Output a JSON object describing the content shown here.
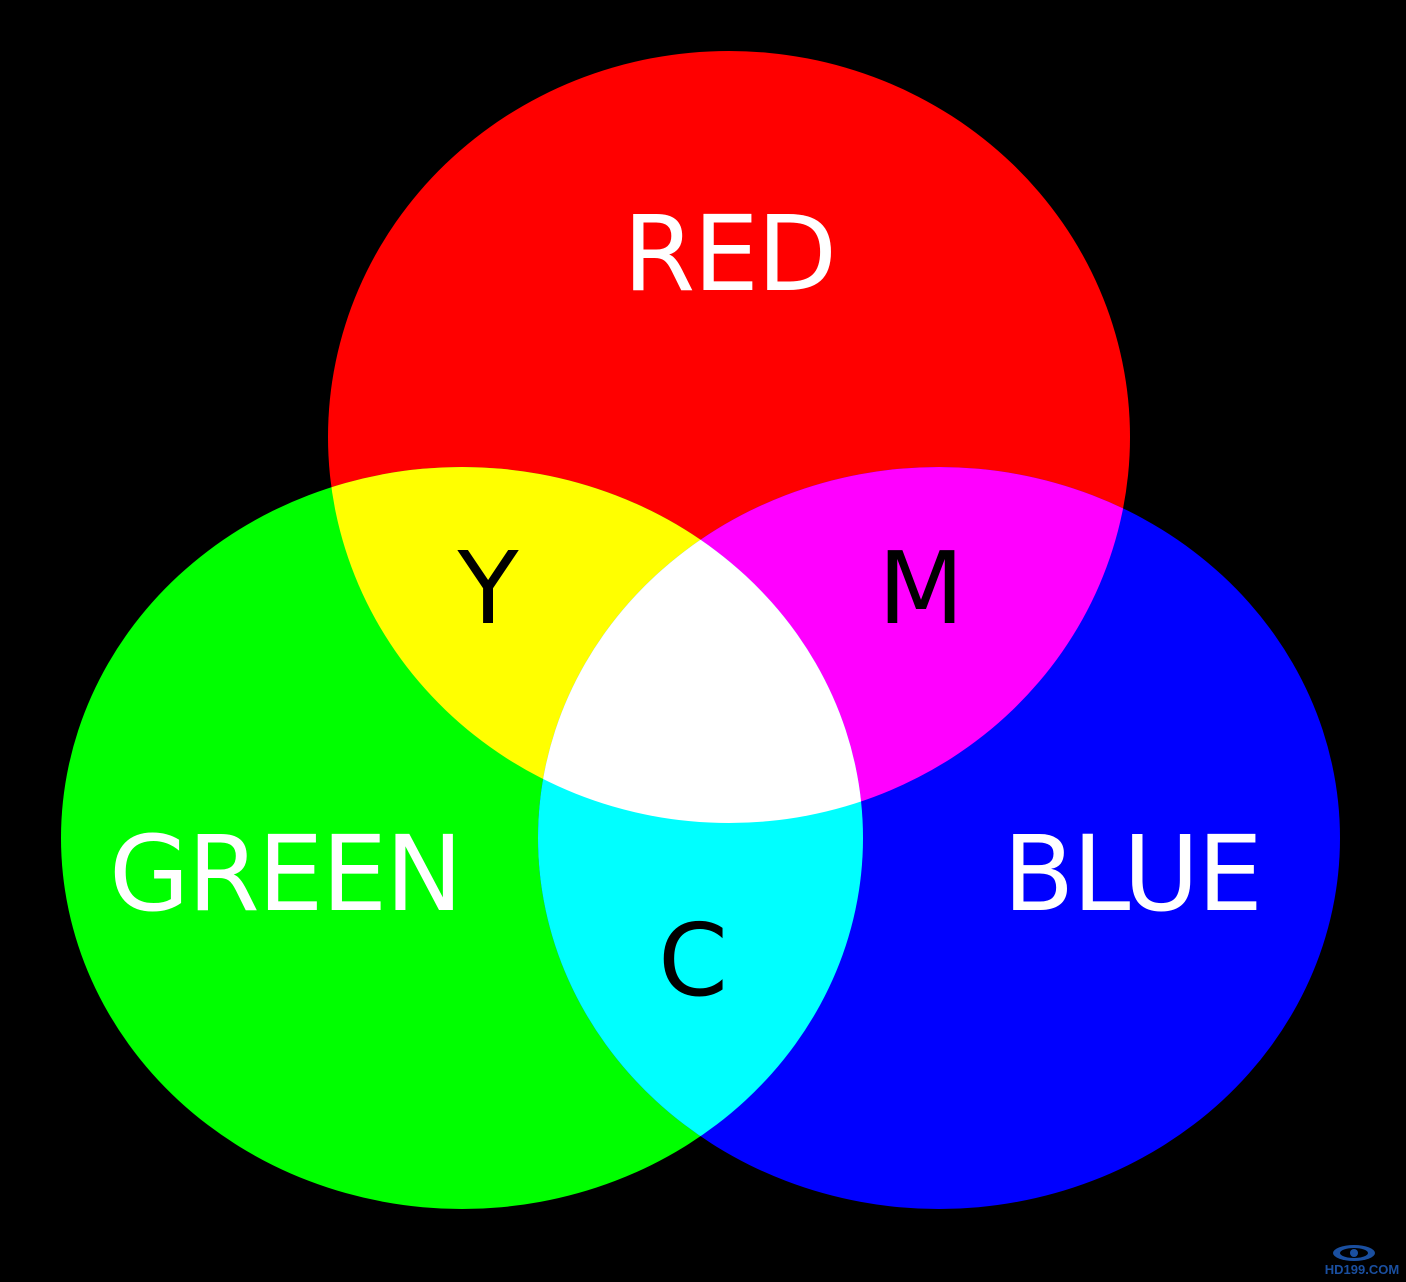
{
  "colors": {
    "background": "#000000",
    "red": "#ff0000",
    "green": "#00ff00",
    "blue": "#0000ff",
    "yellow": "#ffff00",
    "magenta": "#ff00ff",
    "cyan": "#00ffff",
    "white": "#ffffff",
    "primary_label": "#ffffff",
    "secondary_label": "#000000",
    "watermark": "#1a4fa0"
  },
  "labels": {
    "red": "RED",
    "green": "GREEN",
    "blue": "BLUE",
    "yellow": "Y",
    "magenta": "M",
    "cyan": "C"
  },
  "watermark": {
    "text": "HD199.COM",
    "icon": "eye-logo-icon"
  }
}
